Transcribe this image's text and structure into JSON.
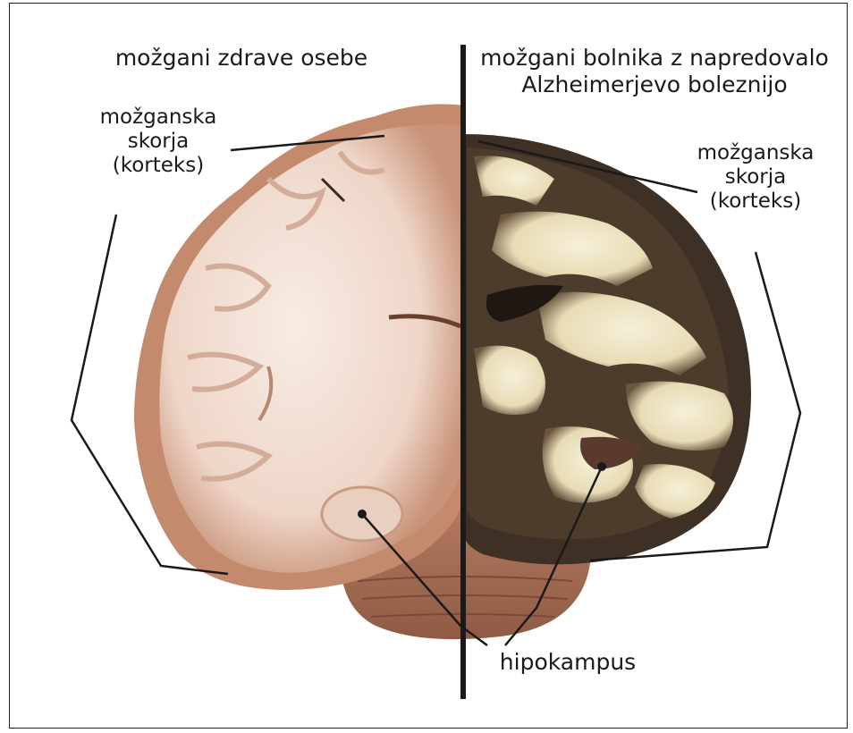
{
  "left_title": "možgani zdrave osebe",
  "right_title_line1": "možgani bolnika z napredovalo",
  "right_title_line2": "Alzheimerjevo boleznijo",
  "cortex_left": [
    "možganska",
    "skorja",
    "(korteks)"
  ],
  "cortex_right": [
    "možganska",
    "skorja",
    "(korteks)"
  ],
  "hippocampus_label": "hipokampus",
  "colors": {
    "healthy_tissue": "#f1dfd3",
    "healthy_outer": "#b97d62",
    "diseased_tissue": "#efe6c6",
    "diseased_outer": "#4a3a2c",
    "line": "#1a1a1a"
  }
}
